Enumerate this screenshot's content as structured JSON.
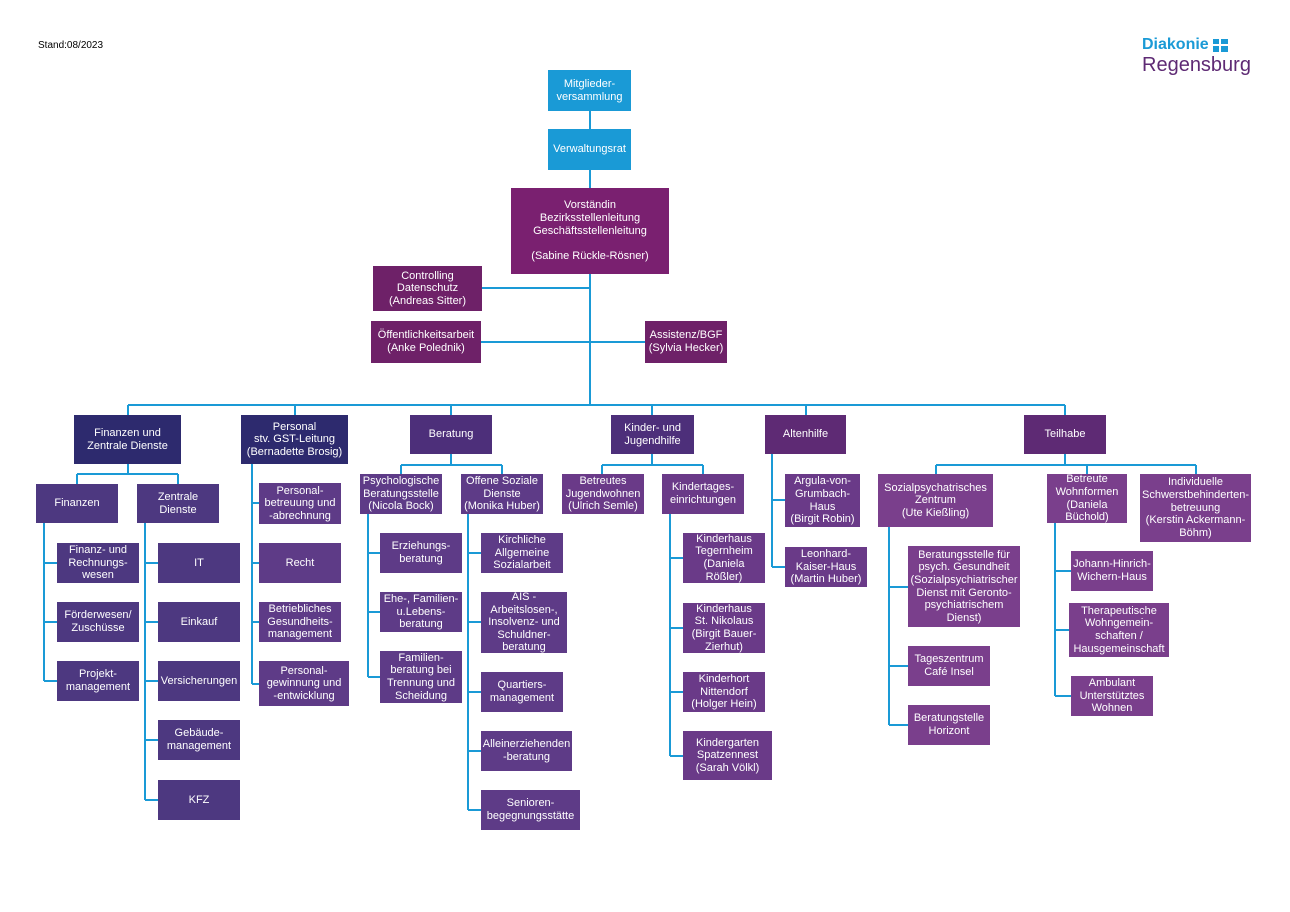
{
  "header": {
    "stand": "Stand:08/2023"
  },
  "logo": {
    "name": "Diakonie",
    "city": "Regensburg"
  },
  "colors": {
    "line": "#1a9ad6",
    "board": "#1a9ad6",
    "executive": "#7a2070",
    "staff": "#6e2168",
    "navy": "#2d2a6e",
    "purple_dark": "#4d2f7a",
    "plum": "#5e2a74",
    "violet": "#7a3f8c"
  },
  "nodes": {
    "mitglieder": [
      "Mitglieder-",
      "versammlung"
    ],
    "verwaltungsrat": [
      "Verwaltungsrat"
    ],
    "vorstand": [
      "Vorständin",
      "Bezirksstellenleitung",
      "Geschäftsstellenleitung",
      "",
      "(Sabine Rückle-Rösner)"
    ],
    "controlling": [
      "Controlling",
      "Datenschutz",
      "(Andreas Sitter)"
    ],
    "oeffentlichkeit": [
      "Öffentlichkeitsarbeit",
      "(Anke Polednik)"
    ],
    "assistenz": [
      "Assistenz/BGF",
      "(Sylvia Hecker)"
    ],
    "finanzen_zentrale": [
      "Finanzen und",
      "Zentrale Dienste"
    ],
    "personal": [
      "Personal",
      "stv. GST-Leitung",
      "(Bernadette Brosig)"
    ],
    "beratung": [
      "Beratung"
    ],
    "kinder": [
      "Kinder- und",
      "Jugendhilfe"
    ],
    "altenhilfe": [
      "Altenhilfe"
    ],
    "teilhabe": [
      "Teilhabe"
    ],
    "finanzen": [
      "Finanzen"
    ],
    "zentrale": [
      "Zentrale",
      "Dienste"
    ],
    "finanz_rechnung": [
      "Finanz- und",
      "Rechnungs-",
      "wesen"
    ],
    "foerderwesen": [
      "Förderwesen/",
      "Zuschüsse"
    ],
    "projekt": [
      "Projekt-",
      "management"
    ],
    "it": [
      "IT"
    ],
    "einkauf": [
      "Einkauf"
    ],
    "versicherungen": [
      "Versicherungen"
    ],
    "gebaeude": [
      "Gebäude-",
      "management"
    ],
    "kfz": [
      "KFZ"
    ],
    "personal_betreuung": [
      "Personal-",
      "betreuung und",
      "-abrechnung"
    ],
    "recht": [
      "Recht"
    ],
    "bgm": [
      "Betriebliches",
      "Gesundheits-",
      "management"
    ],
    "personal_gewinnung": [
      "Personal-",
      "gewinnung und",
      "-entwicklung"
    ],
    "psych_beratung": [
      "Psychologische",
      "Beratungsstelle",
      "(Nicola Bock)"
    ],
    "offene_soziale": [
      "Offene Soziale",
      "Dienste",
      "(Monika Huber)"
    ],
    "erziehung": [
      "Erziehungs-",
      "beratung"
    ],
    "ehe": [
      "Ehe-, Familien-",
      "u.Lebens-",
      "beratung"
    ],
    "familien_trennung": [
      "Familien-",
      "beratung bei",
      "Trennung und",
      "Scheidung"
    ],
    "kirchliche": [
      "Kirchliche",
      "Allgemeine",
      "Sozialarbeit"
    ],
    "ais": [
      "AIS -",
      "Arbeitslosen-,",
      "Insolvenz- und",
      "Schuldner-",
      "beratung"
    ],
    "quartier": [
      "Quartiers-",
      "management"
    ],
    "alleinerziehend": [
      "Alleinerziehenden",
      "-beratung"
    ],
    "senioren": [
      "Senioren-",
      "begegnungsstätte"
    ],
    "betreutes_jugend": [
      "Betreutes",
      "Jugendwohnen",
      "(Ulrich Semle)"
    ],
    "kita": [
      "Kindertages-",
      "einrichtungen"
    ],
    "kh_tegernheim": [
      "Kinderhaus",
      "Tegernheim",
      "(Daniela",
      "Rößler)"
    ],
    "kh_nikolaus": [
      "Kinderhaus",
      "St. Nikolaus",
      "(Birgit Bauer-",
      "Zierhut)"
    ],
    "khort": [
      "Kinderhort",
      "Nittendorf",
      "(Holger Hein)"
    ],
    "kgarten": [
      "Kindergarten",
      "Spatzennest",
      "(Sarah Völkl)"
    ],
    "argula": [
      "Argula-von-",
      "Grumbach-",
      "Haus",
      "(Birgit Robin)"
    ],
    "leonhard": [
      "Leonhard-",
      "Kaiser-Haus",
      "(Martin Huber)"
    ],
    "spz": [
      "Sozialpsychatrisches",
      "Zentrum",
      "(Ute Kießling)"
    ],
    "betreute_wohn": [
      "Betreute",
      "Wohnformen",
      "(Daniela",
      "Büchold)"
    ],
    "individuelle": [
      "Individuelle",
      "Schwerstbehinderten-",
      "betreuung",
      "(Kerstin Ackermann-",
      "Böhm)"
    ],
    "beratungsstelle_psych": [
      "Beratungsstelle für",
      "psych. Gesundheit",
      "(Sozialpsychiatrischer",
      "Dienst mit Geronto-",
      "psychiatrischem",
      "Dienst)"
    ],
    "tageszentrum": [
      "Tageszentrum",
      "Café Insel"
    ],
    "horizont": [
      "Beratungstelle",
      "Horizont"
    ],
    "wichern": [
      "Johann-Hinrich-",
      "Wichern-Haus"
    ],
    "therapeutische": [
      "Therapeutische",
      "Wohngemein-",
      "schaften /",
      "Hausgemeinschaft"
    ],
    "ambulant": [
      "Ambulant",
      "Unterstütztes",
      "Wohnen"
    ]
  }
}
